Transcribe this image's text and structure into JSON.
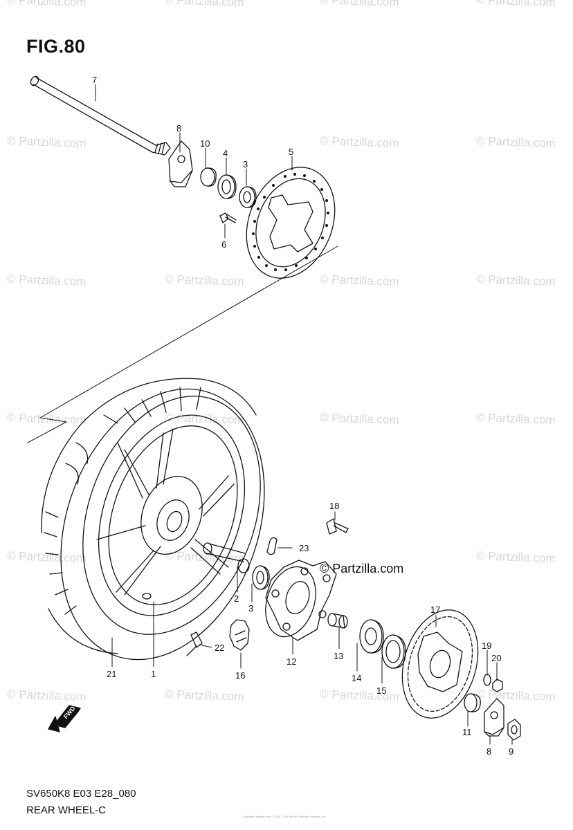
{
  "figure": {
    "title": "FIG.80",
    "code": "SV650K8 E03 E28_080",
    "caption": "REAR WHEEL-C",
    "fwd_label": "FWD",
    "logo_text": "© Partzilla.com",
    "copyright": "Copyright Partzilla.com © 2004 - 2016 by ARI Network Services, Inc."
  },
  "watermark_text": "© Partzilla.com",
  "callouts": [
    {
      "id": "7",
      "label": "7"
    },
    {
      "id": "8a",
      "label": "8"
    },
    {
      "id": "10a",
      "label": "10"
    },
    {
      "id": "4",
      "label": "4"
    },
    {
      "id": "3a",
      "label": "3"
    },
    {
      "id": "5",
      "label": "5"
    },
    {
      "id": "6",
      "label": "6"
    },
    {
      "id": "18",
      "label": "18"
    },
    {
      "id": "23",
      "label": "23"
    },
    {
      "id": "2",
      "label": "2"
    },
    {
      "id": "3b",
      "label": "3"
    },
    {
      "id": "12",
      "label": "12"
    },
    {
      "id": "13",
      "label": "13"
    },
    {
      "id": "14",
      "label": "14"
    },
    {
      "id": "15",
      "label": "15"
    },
    {
      "id": "17",
      "label": "17"
    },
    {
      "id": "19",
      "label": "19"
    },
    {
      "id": "20",
      "label": "20"
    },
    {
      "id": "22",
      "label": "22"
    },
    {
      "id": "16",
      "label": "16"
    },
    {
      "id": "21",
      "label": "21"
    },
    {
      "id": "1",
      "label": "1"
    },
    {
      "id": "11",
      "label": "11"
    },
    {
      "id": "8b",
      "label": "8"
    },
    {
      "id": "9",
      "label": "9"
    }
  ]
}
